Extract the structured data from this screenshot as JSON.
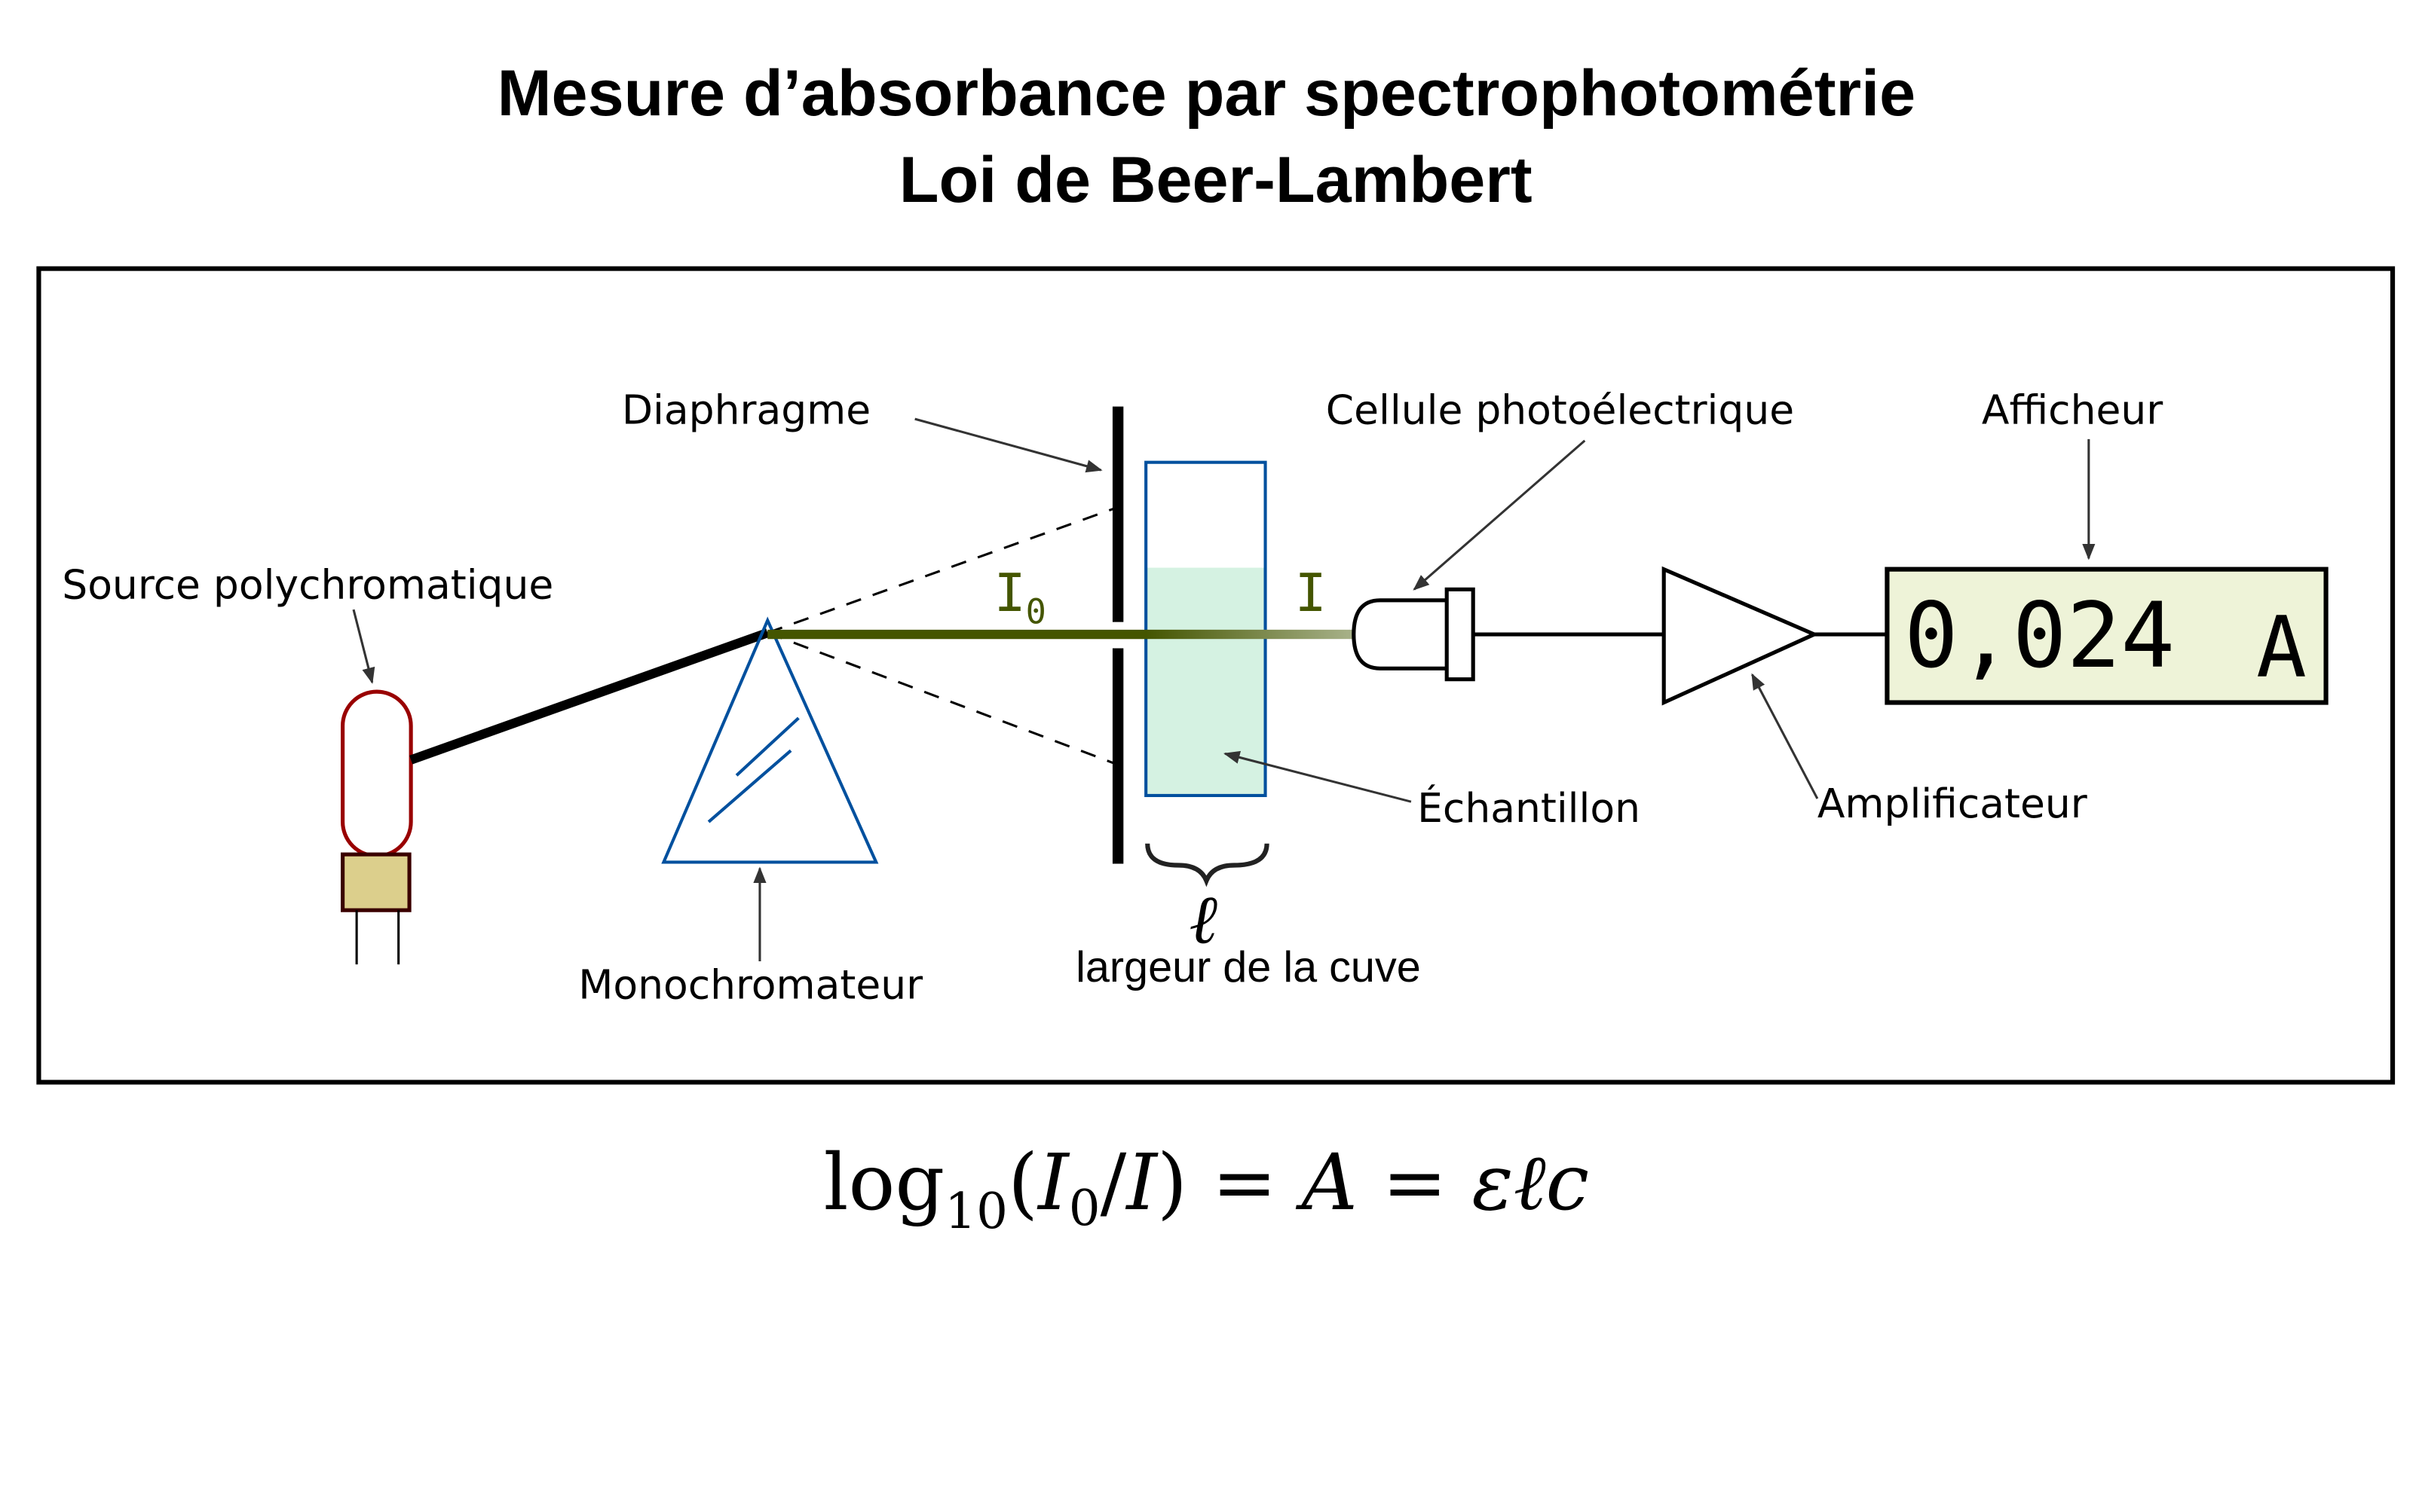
{
  "title": {
    "line1": "Mesure d’absorbance par spectrophotométrie",
    "line2": "Loi de Beer-Lambert"
  },
  "labels": {
    "source": "Source polychromatique",
    "diaphragm": "Diaphragme",
    "monochromator": "Monochromateur",
    "photocell": "Cellule photoélectrique",
    "display": "Afficheur",
    "sample": "Échantillon",
    "amplifier": "Amplificateur",
    "cuvette_width_symbol": "ℓ",
    "cuvette_width": "largeur de la cuve"
  },
  "beam": {
    "incident": "I",
    "incident_sub": "0",
    "transmitted": "I"
  },
  "display": {
    "value": "0,024",
    "unit": "A"
  },
  "formula": {
    "log": "log",
    "log_base": "10",
    "open": "(",
    "I0": "I",
    "I0_sub": "0",
    "slash": "/",
    "I": "I",
    "close": ")",
    "eq1": " = ",
    "A": "A",
    "eq2": " = ",
    "rhs": "εℓc"
  },
  "colors": {
    "beam": "#445500",
    "beam_faded": "#a8b28a",
    "prism": "#00509e",
    "lamp": "#990000",
    "lamp_base": "#dccf8c",
    "liquid": "#d5f2e2",
    "display_bg": "#eef3d8"
  }
}
